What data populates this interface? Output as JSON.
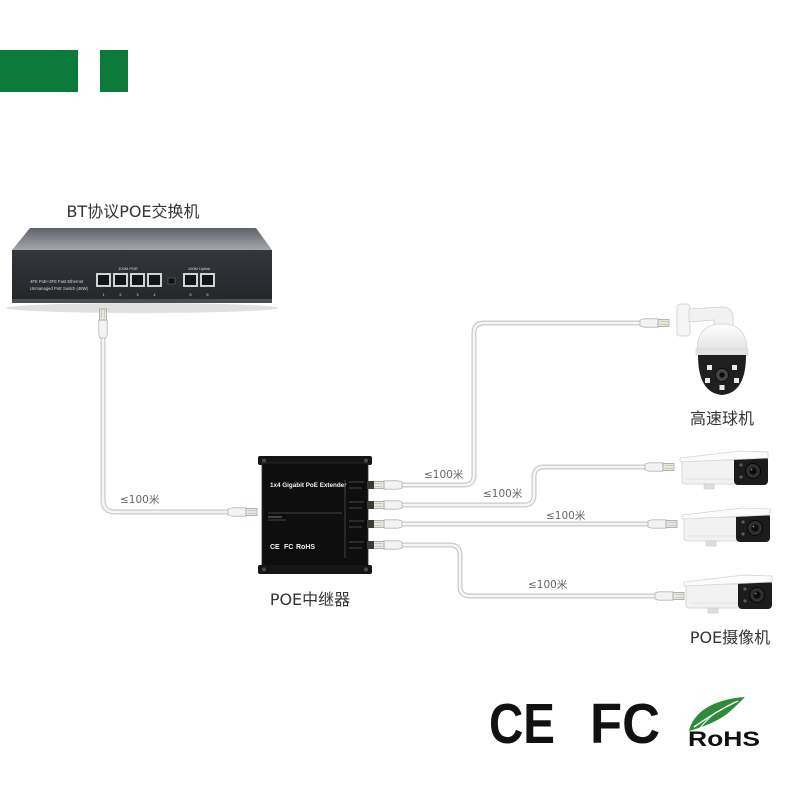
{
  "colors": {
    "brand_green": "#0b7a3b",
    "rohs_green": "#2e8b3a",
    "cable": "#dcdcdc"
  },
  "switch": {
    "label": "BT协议POE交换机",
    "front_line_1": "4FE PoE+2FE Fast Ethernet",
    "front_line_2": "Unmanaged PoE Switch (48W)",
    "poe_group_label": "100M POE",
    "uplink_group_label": "100M Uplink",
    "port_numbers": [
      "1",
      "2",
      "3",
      "4",
      "5",
      "6"
    ]
  },
  "extender": {
    "label": "POE中继器",
    "model_text": "1x4 Gigabit PoE Extender",
    "marks": [
      "CE",
      "FC",
      "RoHS"
    ]
  },
  "cables": [
    {
      "label": "≤100米"
    },
    {
      "label": "≤100米"
    },
    {
      "label": "≤100米"
    },
    {
      "label": "≤100米"
    },
    {
      "label": "≤100米"
    }
  ],
  "devices": {
    "ptz_camera_label": "高速球机",
    "poe_camera_label": "POE摄像机"
  },
  "certifications": [
    "CE",
    "FC",
    "RoHS"
  ]
}
